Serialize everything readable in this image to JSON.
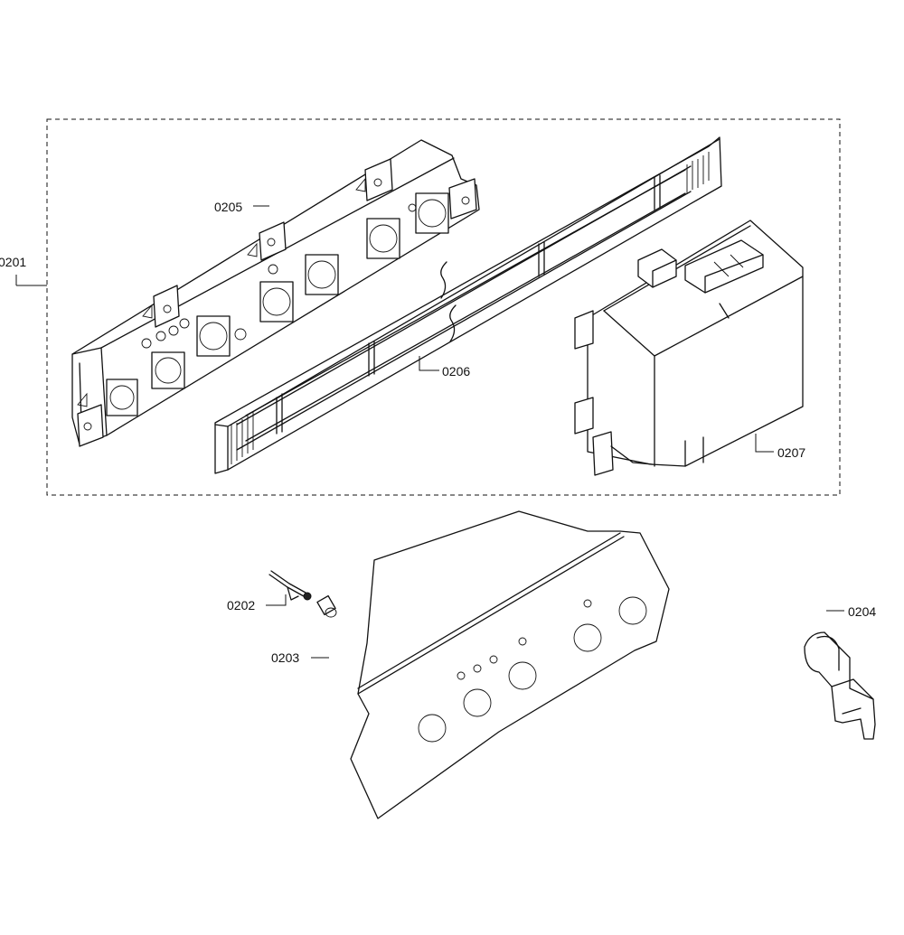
{
  "labels": {
    "p0201": "0201",
    "p0202": "0202",
    "p0203": "0203",
    "p0204": "0204",
    "p0205": "0205",
    "p0206": "0206",
    "p0207": "0207"
  },
  "colors": {
    "line": "#111111",
    "background": "#ffffff"
  }
}
